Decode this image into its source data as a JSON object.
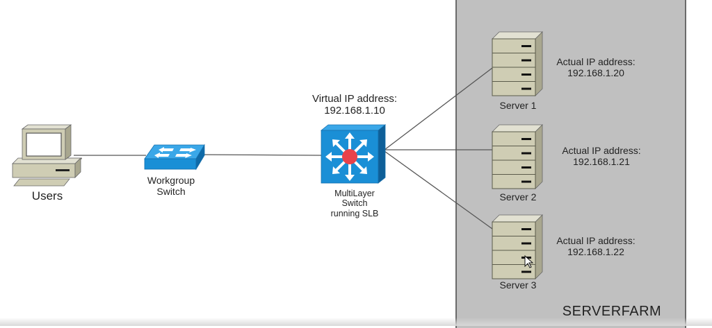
{
  "users": {
    "label": "Users",
    "icon": "desktop-computer-icon"
  },
  "workgroup_switch": {
    "label_line1": "Workgroup",
    "label_line2": "Switch",
    "icon": "workgroup-switch-icon"
  },
  "multilayer_switch": {
    "vip_line1": "Virtual IP address:",
    "vip_line2": "192.168.1.10",
    "label_line1": "MultiLayer",
    "label_line2": "Switch",
    "label_line3": "running SLB",
    "icon": "multilayer-switch-icon"
  },
  "serverfarm": {
    "title": "SERVERFARM",
    "servers": [
      {
        "name": "Server 1",
        "ip_label": "Actual IP address:",
        "ip": "192.168.1.20"
      },
      {
        "name": "Server 2",
        "ip_label": "Actual IP address:",
        "ip": "192.168.1.21"
      },
      {
        "name": "Server 3",
        "ip_label": "Actual IP address:",
        "ip": "192.168.1.22"
      }
    ]
  },
  "colors": {
    "serverfarm_bg": "#c0c0c0",
    "switch_blue": "#1a8fd6",
    "server_beige": "#cfcdb4",
    "slb_red": "#e8424b"
  }
}
